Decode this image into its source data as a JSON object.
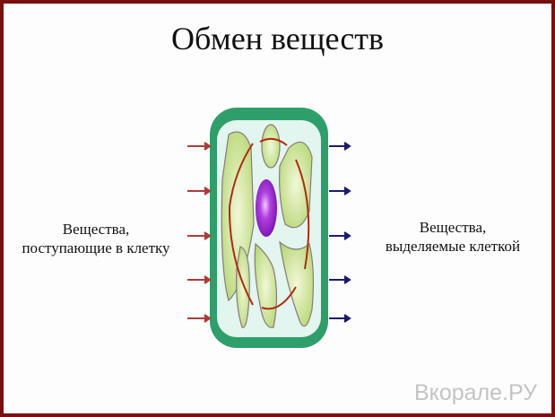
{
  "title": "Обмен веществ",
  "left_label": {
    "line1": "Вещества,",
    "line2": "поступающие в клетку"
  },
  "right_label": {
    "line1": "Вещества,",
    "line2": "выделяемые клеткой"
  },
  "watermark": "Вкорале.РУ",
  "colors": {
    "border": "#7a0f0f",
    "in_arrow": "#b03a3a",
    "out_arrow": "#1a1a6e",
    "cell_wall": "#2e9e6a",
    "nucleus": "#9b2fd0"
  }
}
